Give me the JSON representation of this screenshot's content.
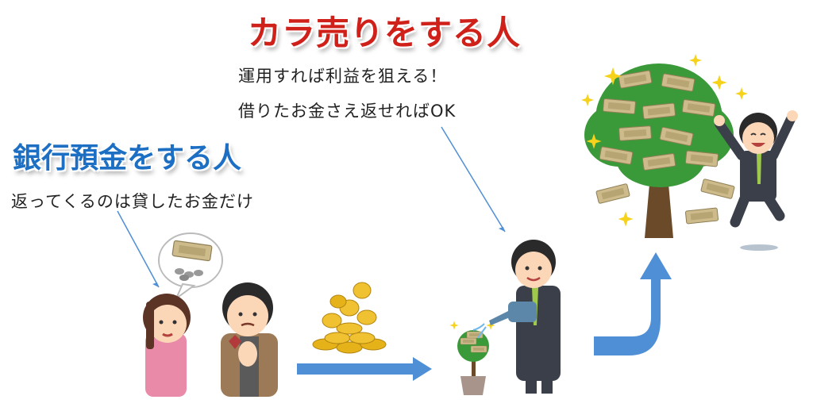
{
  "short_seller": {
    "title": "カラ売りをする人",
    "line1": "運用すれば利益を狙える！",
    "line2": "借りたお金さえ返せればOK"
  },
  "depositor": {
    "title": "銀行預金をする人",
    "line1": "返ってくるのは貸したお金だけ"
  },
  "colors": {
    "red_title": "#d0201a",
    "blue_title": "#1d6fc4",
    "arrow": "#4f8fd6",
    "leaf": "#3a9a3a",
    "coin": "#e5b21a",
    "bill": "#cdbb8c",
    "suit": "#3b3f4a"
  },
  "icons": [
    "speech-bubble-icon",
    "banknote-icon",
    "coin-stack-icon",
    "money-tree-icon",
    "watering-can-icon",
    "sparkle-icon",
    "right-arrow-icon",
    "up-arrow-icon"
  ]
}
